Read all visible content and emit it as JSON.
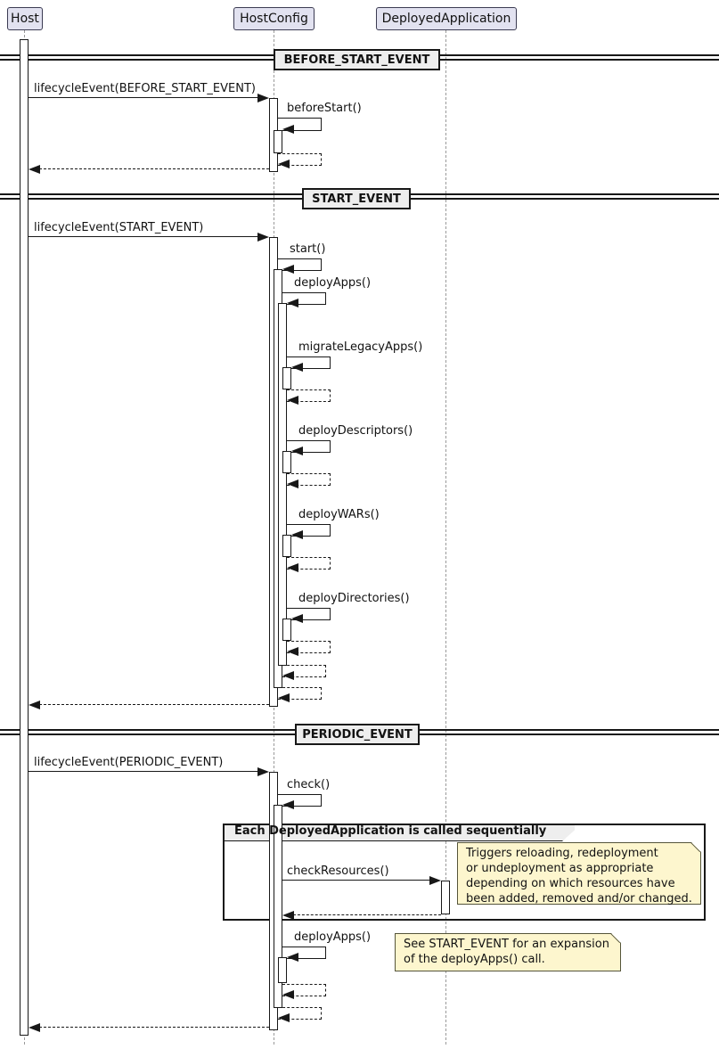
{
  "diagram_type": "uml-sequence-diagram",
  "participants": [
    {
      "name": "Host"
    },
    {
      "name": "HostConfig"
    },
    {
      "name": "DeployedApplication"
    }
  ],
  "dividers": [
    {
      "label": "BEFORE_START_EVENT"
    },
    {
      "label": "START_EVENT"
    },
    {
      "label": "PERIODIC_EVENT"
    }
  ],
  "messages": {
    "before_lifecycle": "lifecycleEvent(BEFORE_START_EVENT)",
    "before_start": "beforeStart()",
    "start_lifecycle": "lifecycleEvent(START_EVENT)",
    "start": "start()",
    "deploy_apps": "deployApps()",
    "migrate_legacy_apps": "migrateLegacyApps()",
    "deploy_descriptors": "deployDescriptors()",
    "deploy_wars": "deployWARs()",
    "deploy_directories": "deployDirectories()",
    "periodic_lifecycle": "lifecycleEvent(PERIODIC_EVENT)",
    "check": "check()",
    "check_resources": "checkResources()",
    "periodic_deploy_apps": "deployApps()"
  },
  "group": {
    "label": "Each DeployedApplication is called sequentially"
  },
  "notes": {
    "check_resources_note": "Triggers reloading, redeployment\nor undeployment as appropriate\ndepending on which resources have\nbeen added, removed and/or changed.",
    "deploy_apps_note": "See START_EVENT for an expansion\nof the deployApps() call."
  },
  "colors": {
    "participant_fill": "#E2E2F0",
    "divider_fill": "#EEEEEE",
    "note_fill": "#FDF6CE",
    "line": "#181818",
    "lifeline": "#9A9A9A"
  }
}
